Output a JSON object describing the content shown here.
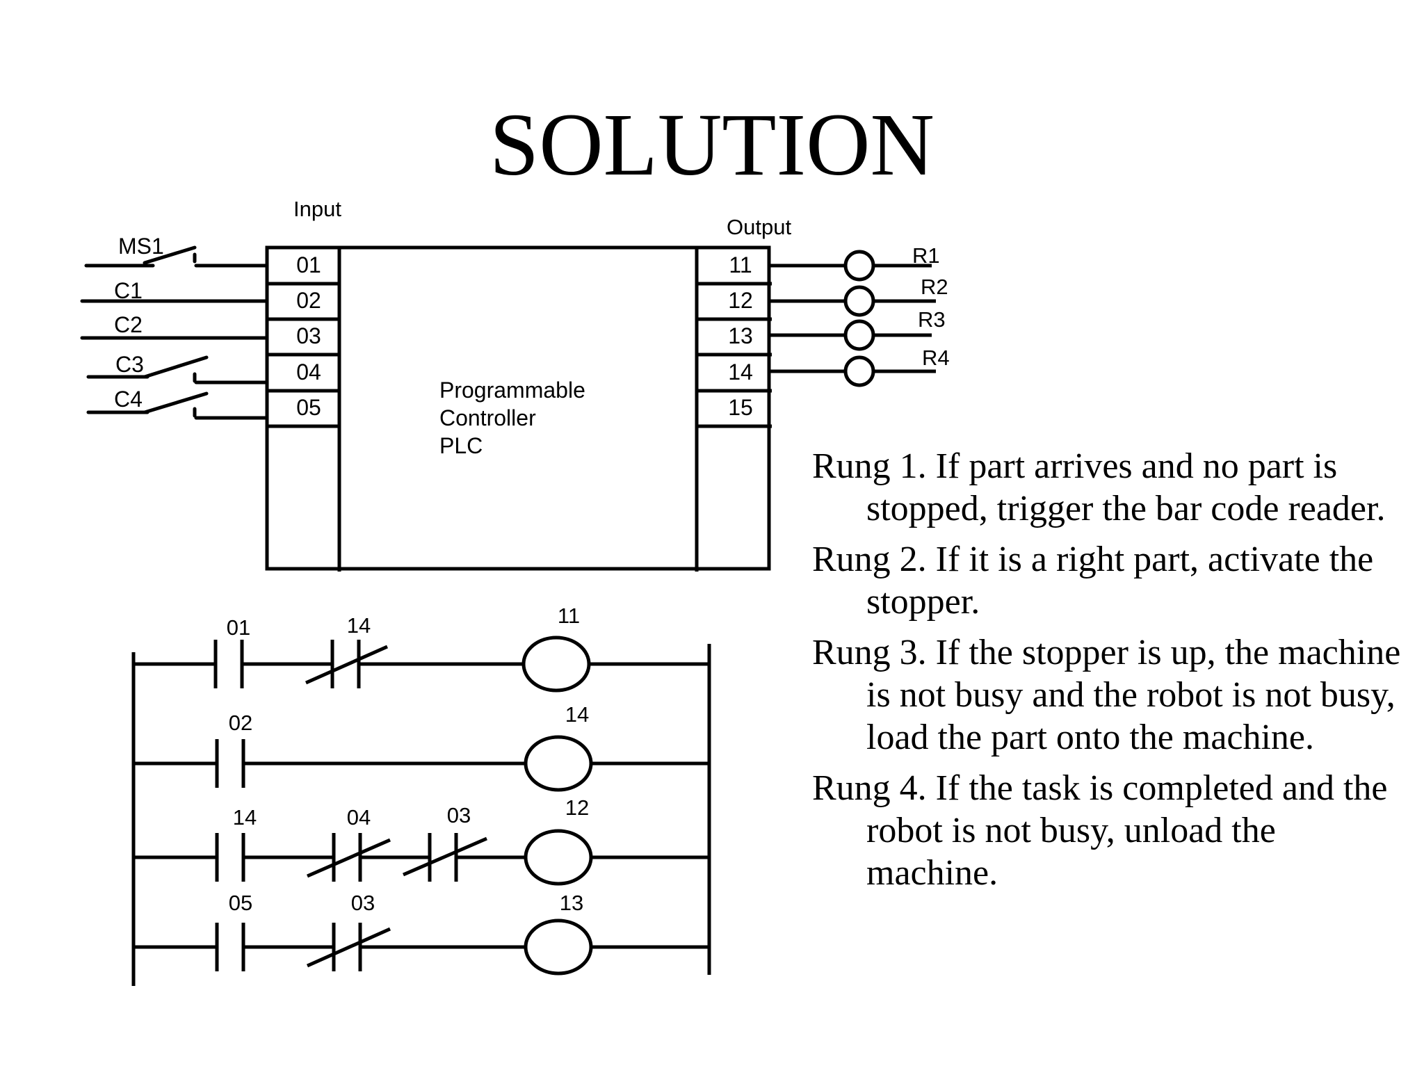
{
  "title": "SOLUTION",
  "plc": {
    "input_header": "Input",
    "output_header": "Output",
    "label_lines": [
      "Programmable",
      "Controller",
      "PLC"
    ],
    "inputs": [
      {
        "device": "MS1",
        "terminal": "01",
        "switch": "normally-open"
      },
      {
        "device": "C1",
        "terminal": "02",
        "switch": "none"
      },
      {
        "device": "C2",
        "terminal": "03",
        "switch": "none"
      },
      {
        "device": "C3",
        "terminal": "04",
        "switch": "normally-open"
      },
      {
        "device": "C4",
        "terminal": "05",
        "switch": "normally-open"
      }
    ],
    "outputs": [
      {
        "terminal": "11",
        "device": "R1"
      },
      {
        "terminal": "12",
        "device": "R2"
      },
      {
        "terminal": "13",
        "device": "R3"
      },
      {
        "terminal": "14",
        "device": "R4"
      },
      {
        "terminal": "15",
        "device": ""
      }
    ]
  },
  "ladder": {
    "rungs": [
      {
        "contacts": [
          {
            "addr": "01",
            "type": "NO"
          },
          {
            "addr": "14",
            "type": "NC"
          }
        ],
        "coil": "11"
      },
      {
        "contacts": [
          {
            "addr": "02",
            "type": "NO"
          }
        ],
        "coil": "14"
      },
      {
        "contacts": [
          {
            "addr": "14",
            "type": "NO"
          },
          {
            "addr": "04",
            "type": "NC"
          },
          {
            "addr": "03",
            "type": "NC"
          }
        ],
        "coil": "12"
      },
      {
        "contacts": [
          {
            "addr": "05",
            "type": "NO"
          },
          {
            "addr": "03",
            "type": "NC"
          }
        ],
        "coil": "13"
      }
    ]
  },
  "rung_descriptions": [
    "Rung 1.  If part arrives and no part is stopped, trigger the bar code reader.",
    "Rung 2.  If it is a right part, activate the stopper.",
    "Rung 3.  If the stopper is up, the machine is not busy and the robot is not busy, load the part onto the machine.",
    "Rung 4.  If the task is completed and the robot is not busy, unload the machine."
  ]
}
